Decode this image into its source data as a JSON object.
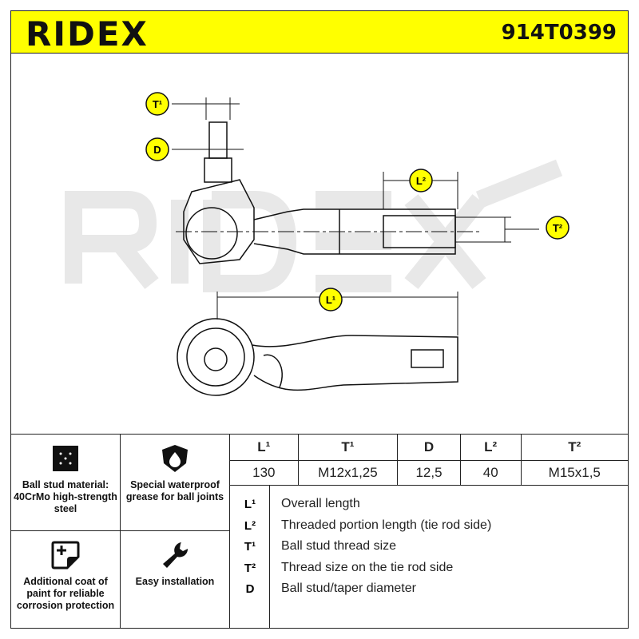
{
  "header": {
    "brand": "RIDEX",
    "part_number": "914T0399",
    "bg_color": "#ffff00"
  },
  "drawing": {
    "watermark": "RIDEX",
    "labels": {
      "t1": "T¹",
      "d": "D",
      "l2": "L²",
      "t2": "T²",
      "l1": "L¹"
    }
  },
  "features": [
    {
      "icon": "material-grid-icon",
      "text": "Ball stud material: 40CrMo high-strength steel"
    },
    {
      "icon": "shield-drop-icon",
      "text": "Special waterproof grease for ball joints"
    },
    {
      "icon": "paint-coat-icon",
      "text": "Additional coat of paint for reliable corrosion protection"
    },
    {
      "icon": "wrench-icon",
      "text": "Easy installation"
    }
  ],
  "spec": {
    "headers": [
      "L¹",
      "T¹",
      "D",
      "L²",
      "T²"
    ],
    "values": [
      "130",
      "M12x1,25",
      "12,5",
      "40",
      "M15x1,5"
    ]
  },
  "legend": [
    {
      "key": "L¹",
      "text": "Overall length"
    },
    {
      "key": "L²",
      "text": "Threaded portion length (tie rod side)"
    },
    {
      "key": "T¹",
      "text": "Ball stud thread size"
    },
    {
      "key": "T²",
      "text": "Thread size on the tie rod side"
    },
    {
      "key": "D",
      "text": "Ball stud/taper diameter"
    }
  ]
}
